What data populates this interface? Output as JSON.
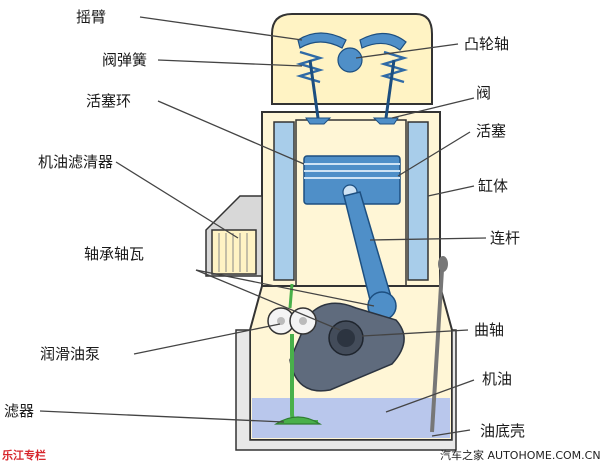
{
  "labels": {
    "rocker_arm": "摇臂",
    "valve_spring": "阀弹簧",
    "camshaft": "凸轮轴",
    "valve": "阀",
    "piston_ring": "活塞环",
    "piston": "活塞",
    "oil_filter": "机油滤清器",
    "cylinder_block": "缸体",
    "connecting_rod": "连杆",
    "bearing_shell": "轴承轴瓦",
    "crankshaft": "曲轴",
    "lube_pump": "润滑油泵",
    "engine_oil": "机油",
    "strainer": "滤器",
    "oil_pan": "油底壳"
  },
  "watermark": {
    "left": "乐江专栏",
    "right": "汽车之家 AUTOHOME.COM.CN"
  },
  "colors": {
    "line": "#444444",
    "outline": "#333333",
    "head_fill": "#fff3c4",
    "block_fill": "#fff6d6",
    "cylinder_blue": "#a8cdea",
    "part_blue": "#4f8fc8",
    "oil_blue": "#b9c7ec",
    "crank_gray": "#5f6b7d",
    "pump_green": "#49b04a",
    "watermark_red": "#d7262c"
  }
}
